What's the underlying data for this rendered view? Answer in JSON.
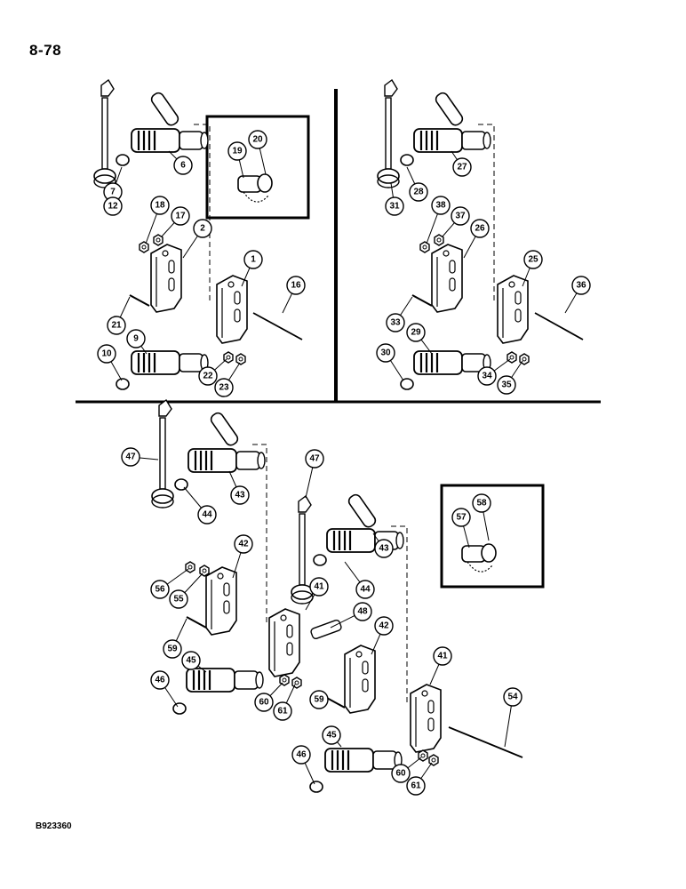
{
  "page": {
    "number": "8-78",
    "figure_code": "B923360"
  },
  "colors": {
    "ink": "#000000",
    "paper": "#ffffff",
    "shade": "#bdbdbd"
  },
  "callouts": {
    "top_left": [
      "1",
      "2",
      "6",
      "7",
      "9",
      "10",
      "12",
      "16",
      "17",
      "18",
      "21",
      "22",
      "23"
    ],
    "inset_top": [
      "19",
      "20"
    ],
    "top_right": [
      "25",
      "26",
      "27",
      "28",
      "29",
      "30",
      "31",
      "33",
      "34",
      "35",
      "36",
      "37",
      "38"
    ],
    "bottom": [
      "41",
      "41",
      "42",
      "42",
      "43",
      "43",
      "44",
      "44",
      "45",
      "45",
      "46",
      "46",
      "47",
      "47",
      "48",
      "54",
      "55",
      "56",
      "59",
      "59",
      "60",
      "60",
      "61",
      "61"
    ],
    "inset_bottom": [
      "57",
      "58"
    ]
  }
}
